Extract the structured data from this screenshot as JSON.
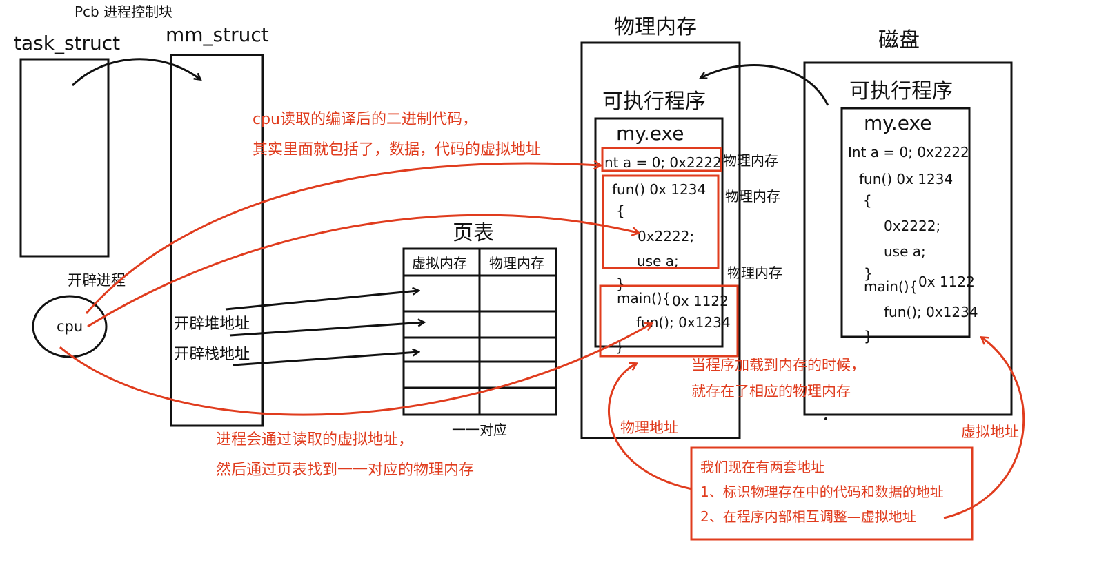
{
  "colors": {
    "ink": "#111111",
    "accent": "#e03c1e",
    "paper": "#ffffff"
  },
  "pcb": {
    "heading": "Pcb 进程控制块",
    "task_label": "task_struct",
    "mm_label": "mm_struct",
    "cpu_label": "cpu",
    "open_process": "开辟进程",
    "heap_label": "开辟堆地址",
    "stack_label": "开辟栈地址"
  },
  "page_table": {
    "title": "页表",
    "col_virtual": "虚拟内存",
    "col_physical": "物理内存",
    "footer": "一一对应"
  },
  "physical_memory": {
    "title": "物理内存",
    "exe_heading": "可执行程序",
    "file_name": "my.exe",
    "code_lines": [
      "nt a = 0; 0x2222",
      "fun() 0x 1234",
      "{",
      "0x2222;",
      "use a;",
      "}",
      "main(){",
      "0x 1122",
      "fun(); 0x1234",
      "}"
    ],
    "side_label_1": "物理内存",
    "side_label_2": "物理内存",
    "side_label_3": "物理内存"
  },
  "disk": {
    "title": "磁盘",
    "exe_heading": "可执行程序",
    "file_name": "my.exe",
    "code_lines": [
      "Int a = 0; 0x2222",
      "fun() 0x 1234",
      "{",
      "0x2222;",
      "use a;",
      "}",
      "main(){",
      "0x 1122",
      "fun(); 0x1234",
      "}"
    ]
  },
  "notes": {
    "cpu_read_line1": "cpu读取的编译后的二进制代码，",
    "cpu_read_line2": "其实里面就包括了，数据，代码的虚拟地址",
    "load_line1": "当程序加载到内存的时候，",
    "load_line2": "就存在了相应的物理内存",
    "process_line1": "进程会通过读取的虚拟地址，",
    "process_line2": "然后通过页表找到一一对应的物理内存",
    "physical_addr": "物理地址",
    "virtual_addr": "虚拟地址"
  },
  "summary": {
    "line1": "我们现在有两套地址",
    "line2": "1、标识物理存在中的代码和数据的地址",
    "line3": "2、在程序内部相互调整—虚拟地址"
  }
}
